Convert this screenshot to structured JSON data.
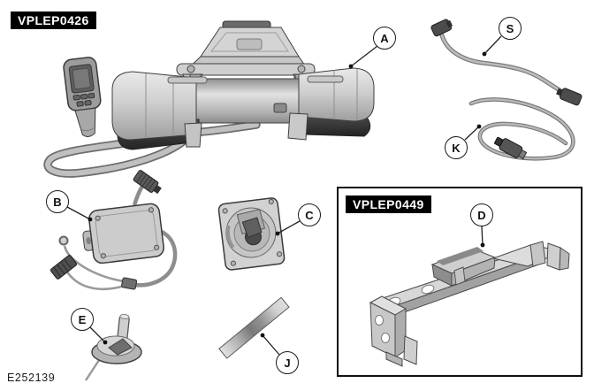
{
  "figure_id": "E252139",
  "kits": {
    "main_label": "VPLEP0426",
    "bracket_label": "VPLEP0449"
  },
  "callouts": {
    "a": "A",
    "b": "B",
    "c": "C",
    "d": "D",
    "e": "E",
    "j": "J",
    "k": "K",
    "s": "S"
  },
  "colors": {
    "background": "#ffffff",
    "label_bg": "#000000",
    "label_text": "#ffffff",
    "outline": "#3a3a3a",
    "part_light": "#d6d6d6",
    "part_mid": "#a8a8a8",
    "part_dark": "#3c3c3c",
    "callout_border": "#1a1a1a"
  }
}
